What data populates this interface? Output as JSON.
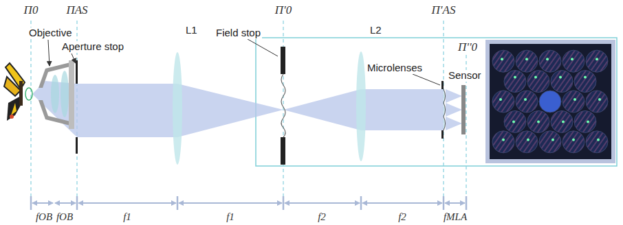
{
  "diagram": {
    "labels": [
      "Π0",
      "ΠAS",
      "Objective",
      "Aperture stop",
      "L1",
      "Field stop",
      "Π'0",
      "L2",
      "Π'AS",
      "Microlenses",
      "Π''0",
      "Sensor",
      "fOB",
      "fOB",
      "f1",
      "f1",
      "f2",
      "f2",
      "fMLA"
    ]
  }
}
